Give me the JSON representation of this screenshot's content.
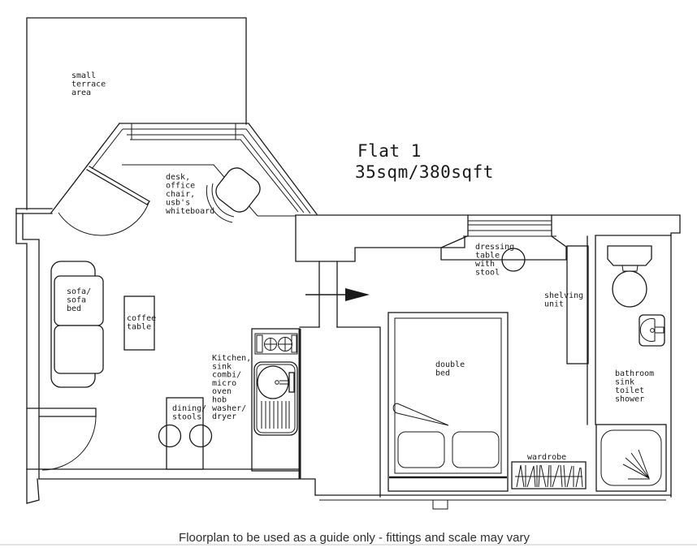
{
  "title": {
    "line1": "Flat 1",
    "line2": "35sqm/380sqft"
  },
  "labels": {
    "terrace": [
      "small",
      "terrace",
      "area"
    ],
    "desk": [
      "desk,",
      "office",
      "chair,",
      "usb's",
      "whiteboard"
    ],
    "sofa": [
      "sofa/",
      "sofa",
      "bed"
    ],
    "coffee": [
      "coffee",
      "table"
    ],
    "kitchen": [
      "Kitchen,",
      "sink",
      "combi/",
      "micro",
      "oven",
      "hob",
      "washer/",
      "dryer"
    ],
    "dining": [
      "dining/",
      "stools"
    ],
    "bed": [
      "double",
      "bed"
    ],
    "dressing": [
      "dressing",
      "table",
      "with",
      "stool"
    ],
    "shelving": [
      "shelving",
      "unit"
    ],
    "wardrobe": [
      "wardrobe"
    ],
    "bathroom": [
      "bathroom",
      "sink",
      "toilet",
      "shower"
    ]
  },
  "footer": {
    "disclaimer": "Floorplan to be used as a guide only - fittings and scale may vary"
  },
  "colors": {
    "line": "#1a1a1a",
    "footer_text": "#2e2e2e",
    "divider": "#d9d9d9",
    "background": "#ffffff"
  }
}
